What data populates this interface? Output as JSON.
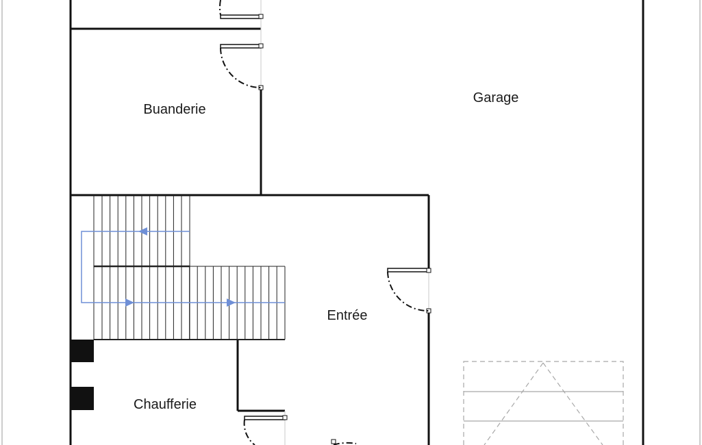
{
  "rooms": {
    "buanderie": "Buanderie",
    "garage": "Garage",
    "entree": "Entrée",
    "chaufferie": "Chaufferie"
  },
  "colors": {
    "wall": "#111111",
    "stair_line": "#222222",
    "stair_arrow": "#6f8fd6",
    "dashed": "#a8a8a8",
    "thin_frame": "#888888"
  }
}
